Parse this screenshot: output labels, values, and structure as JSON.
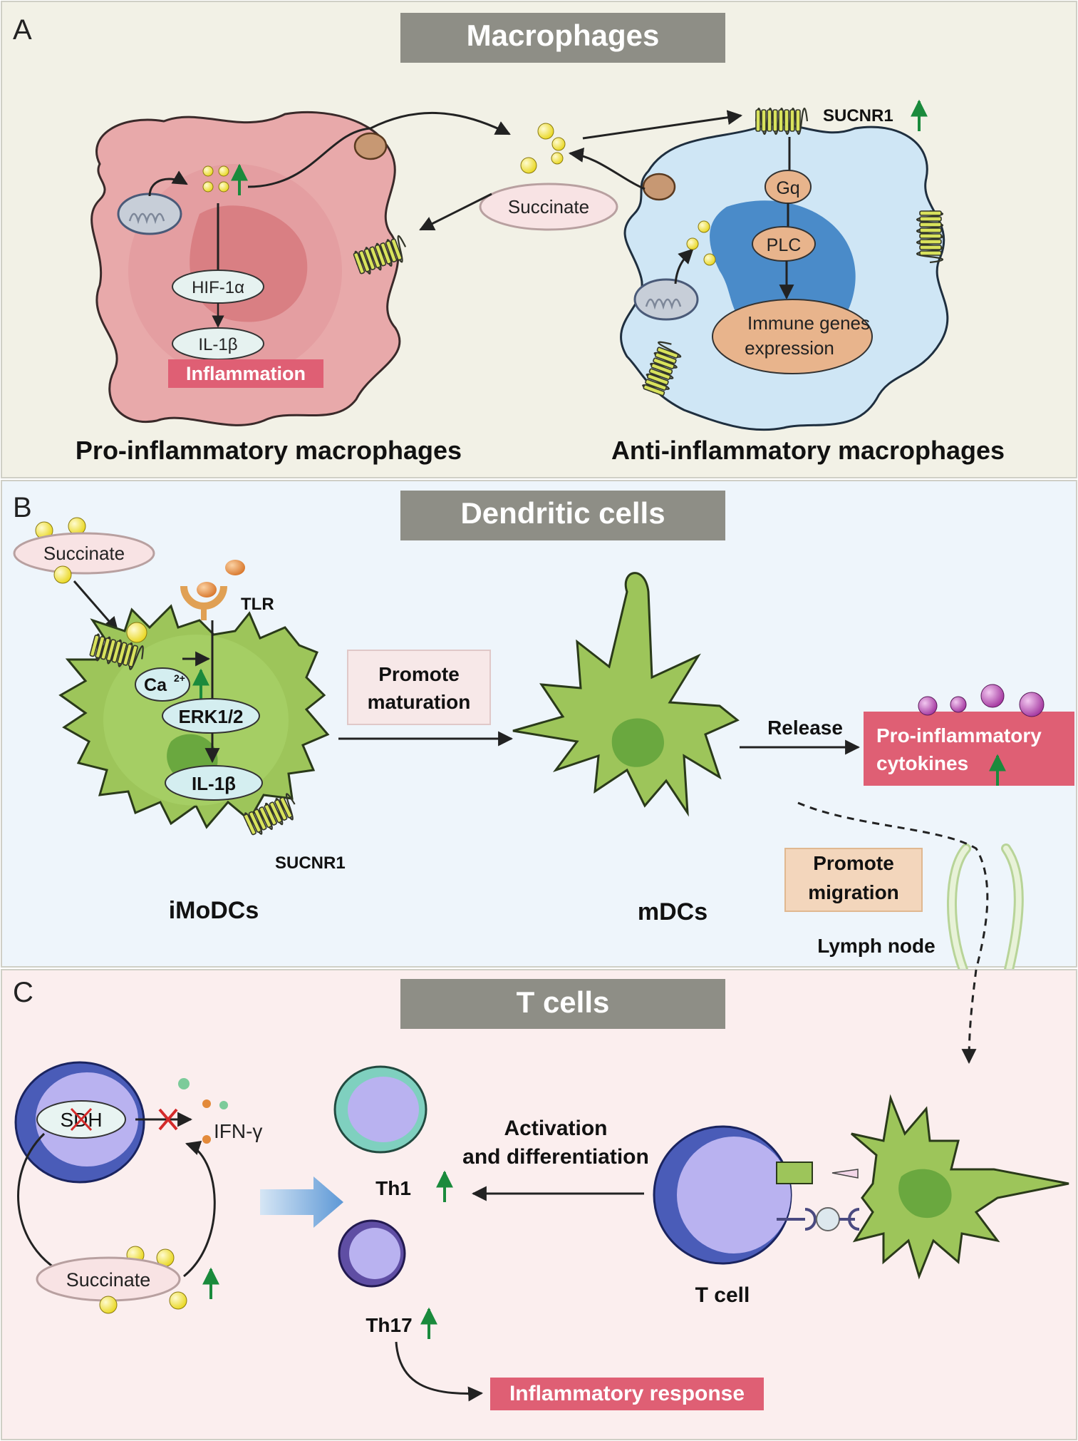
{
  "panels": {
    "a": {
      "letter": "A",
      "title": "Macrophages"
    },
    "b": {
      "letter": "B",
      "title": "Dendritic cells"
    },
    "c": {
      "letter": "C",
      "title": "T cells"
    }
  },
  "macrophages": {
    "succinate": "Succinate",
    "sucnr1": "SUCNR1",
    "gq": "Gq",
    "plc": "PLC",
    "immune_line1": "Immune genes",
    "immune_line2": "expression",
    "hif": "HIF-1α",
    "il1b": "IL-1β",
    "inflammation": "Inflammation",
    "pro_caption": "Pro-inflammatory macrophages",
    "anti_caption": "Anti-inflammatory macrophages"
  },
  "dendritic": {
    "succinate": "Succinate",
    "tlr": "TLR",
    "ca": "Ca",
    "ca_sup": "2+",
    "erk": "ERK1/2",
    "il1b": "IL-1β",
    "sucnr1": "SUCNR1",
    "imodcs": "iMoDCs",
    "promote_maturation_1": "Promote",
    "promote_maturation_2": "maturation",
    "mdcs": "mDCs",
    "release": "Release",
    "cytokines_1": "Pro-inflammatory",
    "cytokines_2": "cytokines",
    "promote_migration_1": "Promote",
    "promote_migration_2": "migration",
    "lymph_node": "Lymph node"
  },
  "tcells": {
    "sdh": "SDH",
    "ifn": "IFN-γ",
    "succinate": "Succinate",
    "th1": "Th1",
    "th17": "Th17",
    "activation_1": "Activation",
    "activation_2": "and differentiation",
    "tcell": "T cell",
    "inflammatory_response": "Inflammatory response"
  },
  "colors": {
    "panel_a_bg": "#f2f1e6",
    "panel_b_bg": "#eef5fb",
    "panel_c_bg": "#fbeeee",
    "title_box": "#8e8e86",
    "up_arrow": "#1a8a3c",
    "highlight_red": "#df5f74",
    "succinate_yellow": "#f2e23a"
  }
}
